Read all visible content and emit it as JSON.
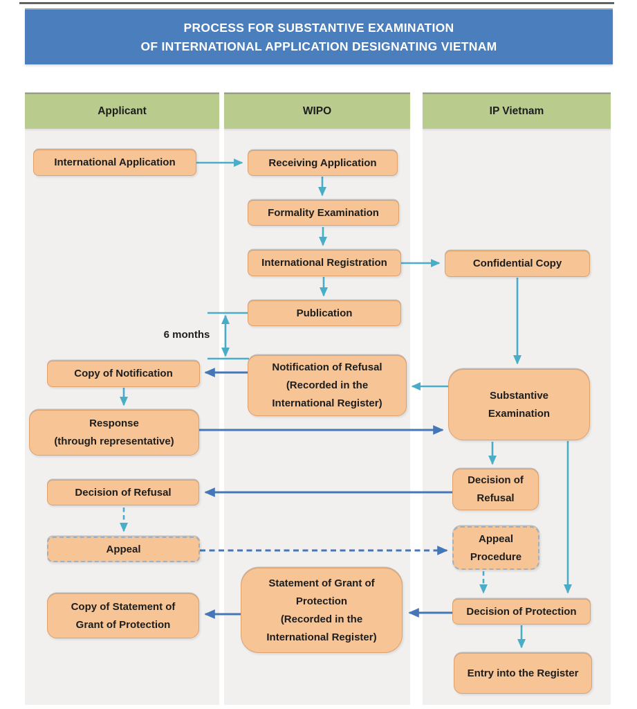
{
  "title": {
    "line1": "PROCESS FOR SUBSTANTIVE EXAMINATION",
    "line2": "OF INTERNATIONAL APPLICATION DESIGNATING VIETNAM"
  },
  "columns": [
    {
      "label": "Applicant"
    },
    {
      "label": "WIPO"
    },
    {
      "label": "IP Vietnam"
    }
  ],
  "annotations": {
    "six_months": "6 months"
  },
  "nodes": {
    "international_application": {
      "label": "International Application"
    },
    "receiving_application": {
      "label": "Receiving Application"
    },
    "formality_examination": {
      "label": "Formality Examination"
    },
    "international_registration": {
      "label": "International Registration"
    },
    "confidential_copy": {
      "label": "Confidential Copy"
    },
    "publication": {
      "label": "Publication"
    },
    "notification_of_refusal": {
      "label": "Notification of Refusal\n(Recorded in the\nInternational Register)"
    },
    "copy_of_notification": {
      "label": "Copy of Notification"
    },
    "response": {
      "label": "Response\n(through representative)"
    },
    "substantive_examination": {
      "label": "Substantive\nExamination"
    },
    "decision_of_refusal_ip": {
      "label": "Decision of\nRefusal"
    },
    "decision_of_refusal_applicant": {
      "label": "Decision of Refusal"
    },
    "appeal": {
      "label": "Appeal"
    },
    "appeal_procedure": {
      "label": "Appeal\nProcedure"
    },
    "statement_of_grant": {
      "label": "Statement of Grant of\nProtection\n(Recorded in the\nInternational Register)"
    },
    "copy_of_statement": {
      "label": "Copy of Statement of\nGrant of Protection"
    },
    "decision_of_protection": {
      "label": "Decision of Protection"
    },
    "entry_into_register": {
      "label": "Entry into the Register"
    }
  },
  "colors": {
    "header_bg": "#4a7ebc",
    "header_text": "#ffffff",
    "column_header_bg": "#b9cc8e",
    "column_bg": "#f1f0ef",
    "node_fill": "#f7c495",
    "node_border": "#e0a06a",
    "node_dashed_border": "#9db1c5",
    "arrow_teal": "#4aadc7",
    "arrow_blue": "#4577b8",
    "text": "#1d1d1d",
    "top_rule": "#3f3f3f"
  }
}
